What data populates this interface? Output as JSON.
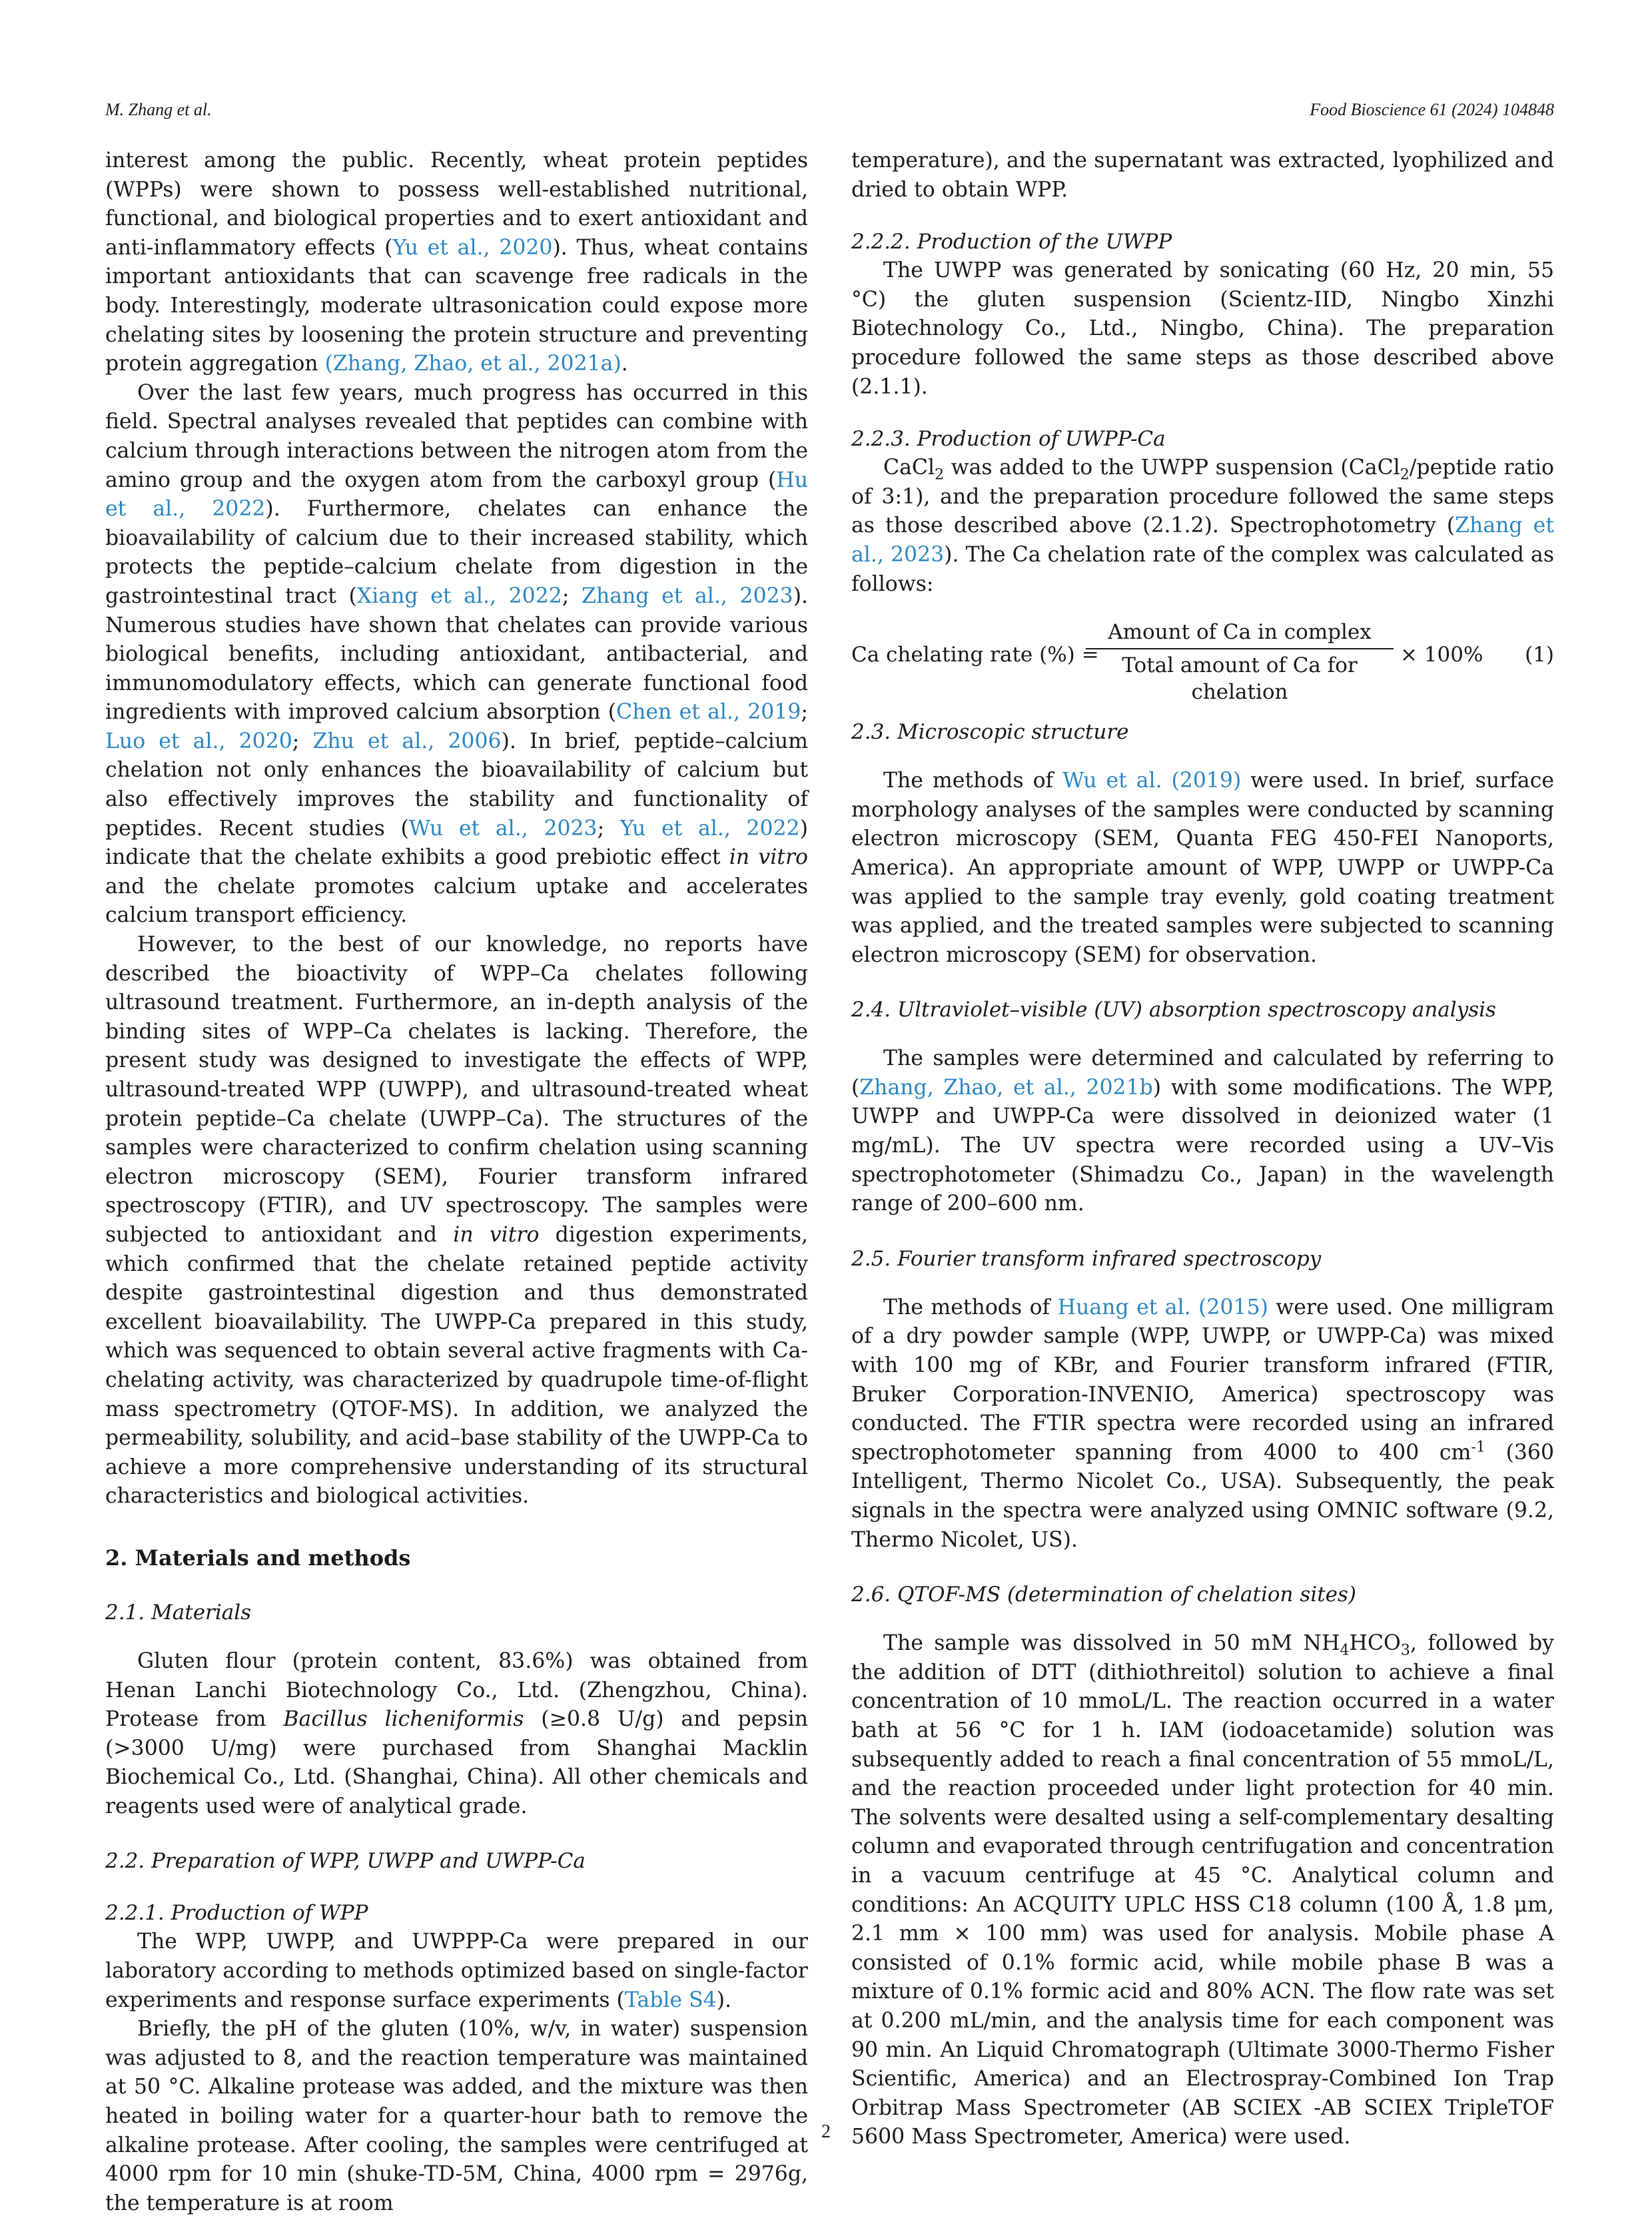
{
  "header": {
    "authors": "M. Zhang et al.",
    "journal": "Food Bioscience 61 (2024) 104848"
  },
  "page_number": "2",
  "left": {
    "p1": {
      "a": "interest among the public. Recently, wheat protein peptides (WPPs) were shown to possess well-established nutritional, functional, and biological properties and to exert antioxidant and anti-inflammatory effects (",
      "c1": "Yu et al., 2020",
      "b": "). Thus, wheat contains important antioxidants that can scavenge free radicals in the body. Interestingly, moderate ultrasonication could expose more chelating sites by loosening the protein structure and preventing protein aggregation ",
      "c2": "(Zhang, Zhao, et al., 2021a)",
      "d": "."
    },
    "p2": {
      "a": "Over the last few years, much progress has occurred in this field. Spectral analyses revealed that peptides can combine with calcium through interactions between the nitrogen atom from the amino group and the oxygen atom from the carboxyl group (",
      "c1": "Hu et al., 2022",
      "b": "). Furthermore, chelates can enhance the bioavailability of calcium due to their increased stability, which protects the peptide–calcium chelate from digestion in the gastrointestinal tract (",
      "c2": "Xiang et al., 2022",
      "s1": "; ",
      "c3": "Zhang et al., 2023",
      "d": "). Numerous studies have shown that chelates can provide various biological benefits, including antioxidant, antibacterial, and immunomodulatory effects, which can generate functional food ingredients with improved calcium absorption (",
      "c4": "Chen et al., 2019",
      "s2": "; ",
      "c5": "Luo et al., 2020",
      "s3": "; ",
      "c6": "Zhu et al., 2006",
      "e": "). In brief, peptide–calcium chelation not only enhances the bioavailability of calcium but also effectively improves the stability and functionality of peptides. Recent studies (",
      "c7": "Wu et al., 2023",
      "s4": "; ",
      "c8": "Yu et al., 2022",
      "f": ") indicate that the chelate exhibits a good prebiotic effect ",
      "i1": "in vitro",
      "g": " and the chelate promotes calcium uptake and accelerates calcium transport efficiency."
    },
    "p3": {
      "a": "However, to the best of our knowledge, no reports have described the bioactivity of WPP–Ca chelates following ultrasound treatment. Furthermore, an in-depth analysis of the binding sites of WPP–Ca chelates is lacking. Therefore, the present study was designed to investigate the effects of WPP, ultrasound-treated WPP (UWPP), and ultrasound-treated wheat protein peptide–Ca chelate (UWPP–Ca). The structures of the samples were characterized to confirm chelation using scanning electron microscopy (SEM), Fourier transform infrared spectroscopy (FTIR), and UV spectroscopy. The samples were subjected to antioxidant and ",
      "i1": "in vitro",
      "b": " digestion experiments, which confirmed that the chelate retained peptide activity despite gastrointestinal digestion and thus demonstrated excellent bioavailability. The UWPP-Ca prepared in this study, which was sequenced to obtain several active fragments with Ca-chelating activity, was characterized by quadrupole time-of-flight mass spectrometry (QTOF-MS). In addition, we analyzed the permeability, solubility, and acid–base stability of the UWPP-Ca to achieve a more comprehensive understanding of its structural characteristics and biological activities."
    },
    "sec2": "2.  Materials and methods",
    "sec21": "2.1.  Materials",
    "p4": {
      "a": "Gluten flour (protein content, 83.6%) was obtained from Henan Lanchi Biotechnology Co., Ltd. (Zhengzhou, China). Protease from ",
      "i1": "Bacillus licheniformis",
      "b": " (≥0.8 U/g) and pepsin (>3000 U/mg) were purchased from Shanghai Macklin Biochemical Co., Ltd. (Shanghai, China). All other chemicals and reagents used were of analytical grade."
    },
    "sec22": "2.2.  Preparation of WPP, UWPP and UWPP-Ca",
    "sec221": "2.2.1.  Production of WPP",
    "p5": {
      "a": "The WPP, UWPP, and UWPPP-Ca were prepared in our laboratory according to methods optimized based on single-factor experiments and response surface experiments (",
      "c1": "Table S4",
      "b": ")."
    },
    "p6": "Briefly, the pH of the gluten (10%, w/v, in water) suspension was adjusted to 8, and the reaction temperature was maintained at 50 °C. Alkaline protease was added, and the mixture was then heated in boiling water for a quarter-hour bath to remove the alkaline protease. After cooling, the samples were centrifuged at 4000 rpm for 10 min (shuke-TD-5M, China, 4000 rpm = 2976g, the temperature is at room"
  },
  "right": {
    "p1": "temperature), and the supernatant was extracted, lyophilized and dried to obtain WPP.",
    "sec222": "2.2.2.  Production of the UWPP",
    "p2": "The UWPP was generated by sonicating (60 Hz, 20 min, 55 °C) the gluten suspension (Scientz-IID, Ningbo Xinzhi Biotechnology Co., Ltd., Ningbo, China). The preparation procedure followed the same steps as those described above (2.1.1).",
    "sec223": "2.2.3.  Production of UWPP-Ca",
    "p3": {
      "a1": "CaCl",
      "sub1": "2",
      "a2": " was added to the UWPP suspension (CaCl",
      "sub2": "2",
      "a3": "/peptide ratio of 3:1), and the preparation procedure followed the same steps as those described above (2.1.2). Spectrophotometry (",
      "c1": "Zhang et al., 2023",
      "b": "). The Ca chelation rate of the complex was calculated as follows:"
    },
    "equation": {
      "lhs": "Ca chelating rate (%) =",
      "numerator": "Amount of Ca in complex",
      "denominator": "Total amount of Ca for chelation",
      "rhs": "× 100%",
      "number": "(1)"
    },
    "sec23": "2.3.  Microscopic structure",
    "p4": {
      "a": "The methods of ",
      "c1": "Wu et al. (2019)",
      "b": " were used. In brief, surface morphology analyses of the samples were conducted by scanning electron microscopy (SEM, Quanta FEG 450-FEI Nanoports, America). An appropriate amount of WPP, UWPP or UWPP-Ca was applied to the sample tray evenly, gold coating treatment was applied, and the treated samples were subjected to scanning electron microscopy (SEM) for observation."
    },
    "sec24": "2.4.  Ultraviolet–visible (UV) absorption spectroscopy analysis",
    "p5": {
      "a": "The samples were determined and calculated by referring to (",
      "c1": "Zhang, Zhao, et al., 2021b",
      "b": ") with some modifications. The WPP, UWPP and UWPP-Ca were dissolved in deionized water (1 mg/mL). The UV spectra were recorded using a UV–Vis spectrophotometer (Shimadzu Co., Japan) in the wavelength range of 200–600 nm."
    },
    "sec25": "2.5.  Fourier transform infrared spectroscopy",
    "p6": {
      "a": "The methods of ",
      "c1": "Huang et al. (2015)",
      "b": " were used. One milligram of a dry powder sample (WPP, UWPP, or UWPP-Ca) was mixed with 100 mg of KBr, and Fourier transform infrared (FTIR, Bruker Corporation-INVENIO, America) spectroscopy was conducted. The FTIR spectra were recorded using an infrared spectrophotometer spanning from 4000 to 400 cm",
      "sup1": "-1",
      "c": " (360 Intelligent, Thermo Nicolet Co., USA). Subsequently, the peak signals in the spectra were analyzed using OMNIC software (9.2, Thermo Nicolet, US)."
    },
    "sec26": "2.6.  QTOF-MS (determination of chelation sites)",
    "p7": {
      "a1": "The sample was dissolved in 50 mM NH",
      "sub1": "4",
      "a2": "HCO",
      "sub2": "3",
      "b": ", followed by the addition of DTT (dithiothreitol) solution to achieve a final concentration of 10 mmoL/L. The reaction occurred in a water bath at 56 °C for 1 h. IAM (iodoacetamide) solution was subsequently added to reach a final concentration of 55 mmoL/L, and the reaction proceeded under light protection for 40 min. The solvents were desalted using a self-complementary desalting column and evaporated through centrifugation and concentration in a vacuum centrifuge at 45 °C. Analytical column and conditions: An ACQUITY UPLC HSS C18 column (100 Å, 1.8 μm, 2.1 mm × 100 mm) was used for analysis. Mobile phase A consisted of 0.1% formic acid, while mobile phase B was a mixture of 0.1% formic acid and 80% ACN. The flow rate was set at 0.200 mL/min, and the analysis time for each component was 90 min. An Liquid Chromatograph (Ultimate 3000-Thermo Fisher Scientific, America) and an Electrospray-Combined Ion Trap Orbitrap Mass Spectrometer (AB SCIEX -AB SCIEX TripleTOF 5600 Mass Spectrometer, America) were used."
    }
  }
}
